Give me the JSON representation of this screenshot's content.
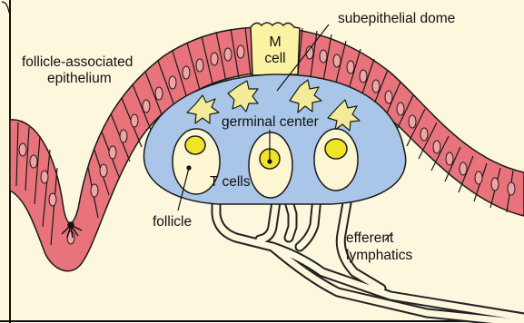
{
  "diagram": {
    "labels": {
      "subepithelial_dome": "subepithelial dome",
      "m_cell_line1": "M",
      "m_cell_line2": "cell",
      "fae_line1": "follicle-associated",
      "fae_line2": "epithelium",
      "germinal_center": "germinal center",
      "t_cells": "T cells",
      "follicle": "follicle",
      "efferent_line1": "efferent",
      "efferent_line2": "lymphatics"
    },
    "colors": {
      "background": "#fdf7de",
      "epithelium": "#e8737a",
      "epithelium_outline": "#1a1a1a",
      "dome": "#a9c6e8",
      "follicle_fill": "#fdf6d2",
      "germinal_center": "#f1e428",
      "m_cell": "#fbf2a4",
      "dendritic_cell": "#f3ea9a",
      "lymphatic": "#fdf7de"
    }
  }
}
